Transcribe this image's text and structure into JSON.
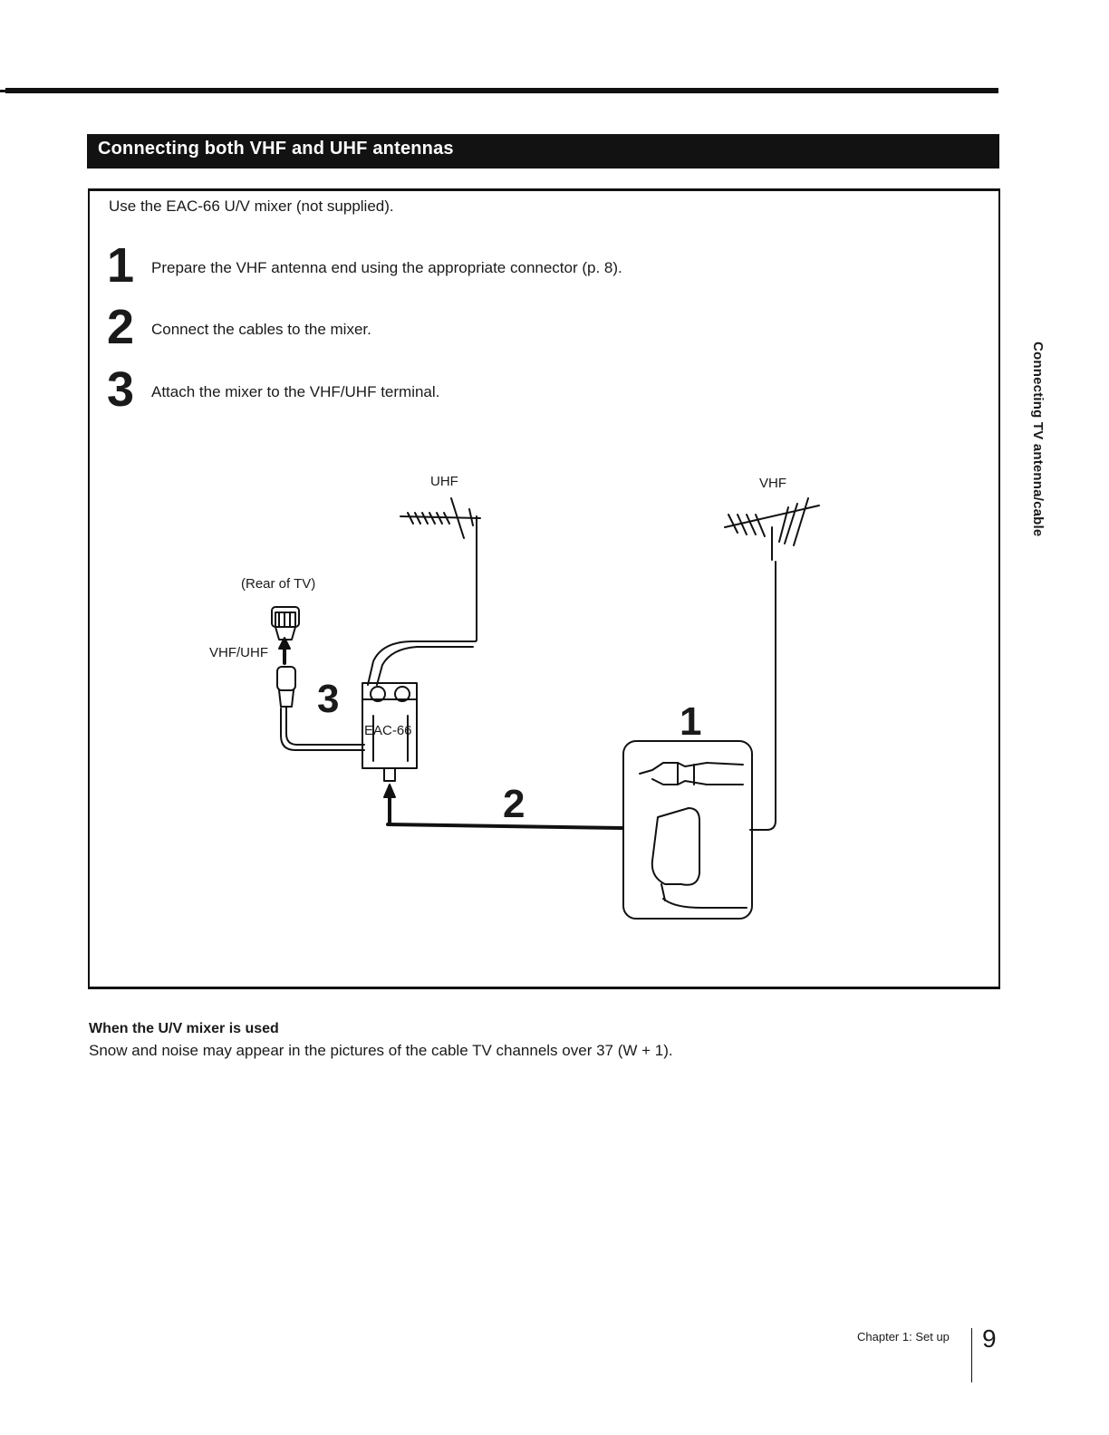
{
  "section": {
    "title": "Connecting both VHF and UHF antennas"
  },
  "intro": "Use the EAC-66 U/V mixer (not supplied).",
  "steps": [
    {
      "number": "1",
      "text": "Prepare the VHF antenna end using the appropriate connector (p. 8)."
    },
    {
      "number": "2",
      "text": "Connect the cables to the mixer."
    },
    {
      "number": "3",
      "text": "Attach the mixer to the VHF/UHF terminal."
    }
  ],
  "diagram": {
    "uhf_label": "UHF",
    "vhf_label": "VHF",
    "rear_label": "(Rear of TV)",
    "terminal_label": "VHF/UHF",
    "mixer_label": "EAC-66",
    "callout_1": "1",
    "callout_2": "2",
    "callout_3": "3"
  },
  "note": {
    "title": "When the U/V mixer is used",
    "text": "Snow and noise may appear in the pictures of the cable TV channels over 37 (W + 1)."
  },
  "side_tab": "Connecting TV antenna/cable",
  "footer": {
    "chapter": "Chapter 1: Set up",
    "page": "9"
  }
}
